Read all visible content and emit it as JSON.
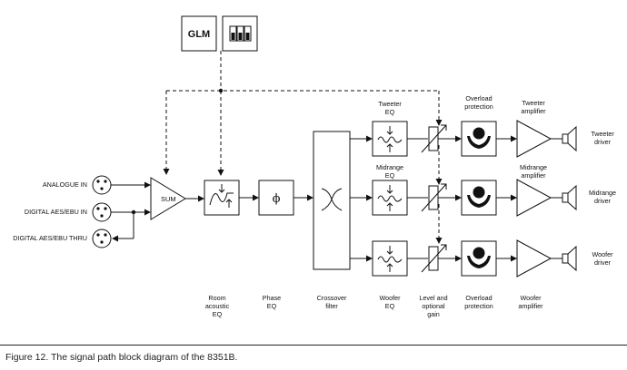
{
  "inputs": {
    "analogue": "ANALOGUE IN",
    "digital": "DIGITAL AES/EBU IN",
    "thru": "DIGITAL AES/EBU THRU"
  },
  "glm": {
    "label": "GLM"
  },
  "sum": {
    "label": "SUM"
  },
  "stages": {
    "room_eq": [
      "Room",
      "acoustic",
      "EQ"
    ],
    "phase_eq": [
      "Phase",
      "EQ"
    ],
    "crossover": [
      "Crossover",
      "filter"
    ],
    "woofer_eq": [
      "Woofer",
      "EQ"
    ],
    "level_gain": [
      "Level and",
      "optional",
      "gain"
    ],
    "overload_bottom": [
      "Overload",
      "protection"
    ],
    "woofer_amp": [
      "Woofer",
      "amplifier"
    ]
  },
  "top_labels": {
    "tweeter_eq": [
      "Tweeter",
      "EQ"
    ],
    "overload_top": [
      "Overload",
      "protection"
    ],
    "tweeter_amp": [
      "Tweeter",
      "amplifier"
    ],
    "midrange_eq": [
      "Midrange",
      "EQ"
    ],
    "midrange_amp": [
      "Midrange",
      "amplifier"
    ]
  },
  "drivers": {
    "tweeter": [
      "Tweeter",
      "driver"
    ],
    "midrange": [
      "Midrange",
      "driver"
    ],
    "woofer": [
      "Woofer",
      "driver"
    ]
  },
  "phase_symbol": "ϕ",
  "caption": "Figure 12. The signal path block diagram of the 8351B."
}
